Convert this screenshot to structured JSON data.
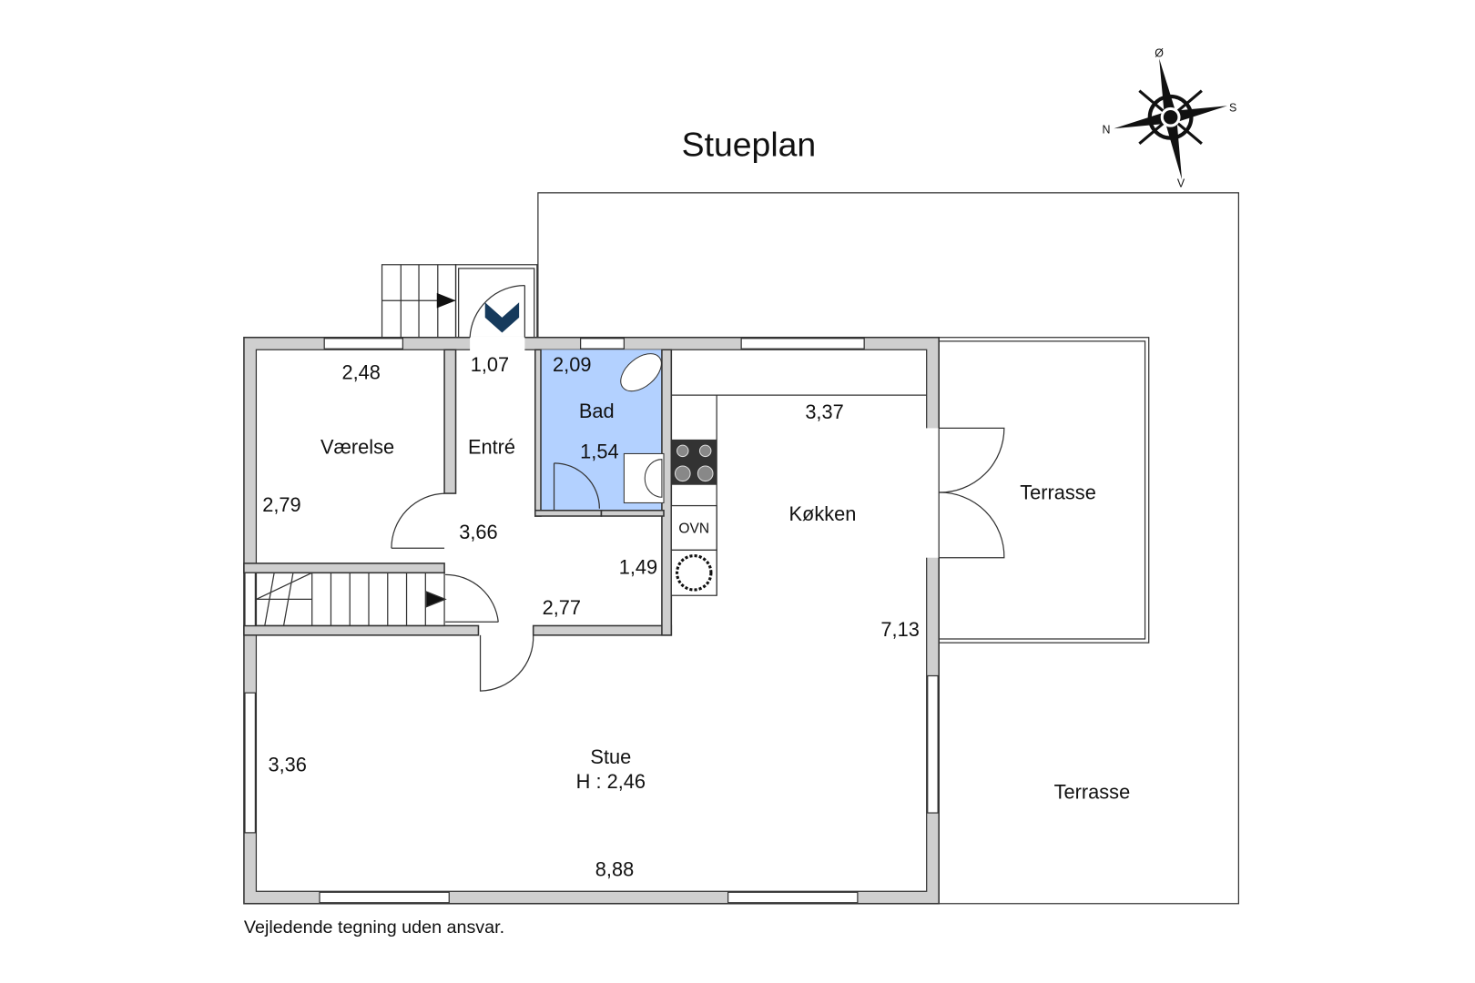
{
  "title": "Stueplan",
  "compass": {
    "labels": {
      "north": "N",
      "south": "S",
      "east": "Ø",
      "west": "V"
    }
  },
  "rooms": [
    {
      "name": "Værelse",
      "dims": [
        "2,48",
        "2,79"
      ]
    },
    {
      "name": "Entré",
      "dims": [
        "1,07",
        "3,66",
        "1,49",
        "2,77"
      ]
    },
    {
      "name": "Bad",
      "dims": [
        "2,09",
        "1,54"
      ]
    },
    {
      "name": "Køkken",
      "dims": [
        "3,37",
        "7,13"
      ]
    },
    {
      "name": "Stue",
      "height": "H : 2,46",
      "dims": [
        "3,36",
        "8,88"
      ]
    },
    {
      "name": "Terrasse"
    },
    {
      "name": "Terrasse"
    }
  ],
  "appliances": {
    "oven": "OVN"
  },
  "colors": {
    "bathroom": "#b3d1ff",
    "entry_marker": "#163a5c",
    "wall": "#cfcfcf"
  },
  "disclaimer": "Vejledende tegning uden ansvar."
}
